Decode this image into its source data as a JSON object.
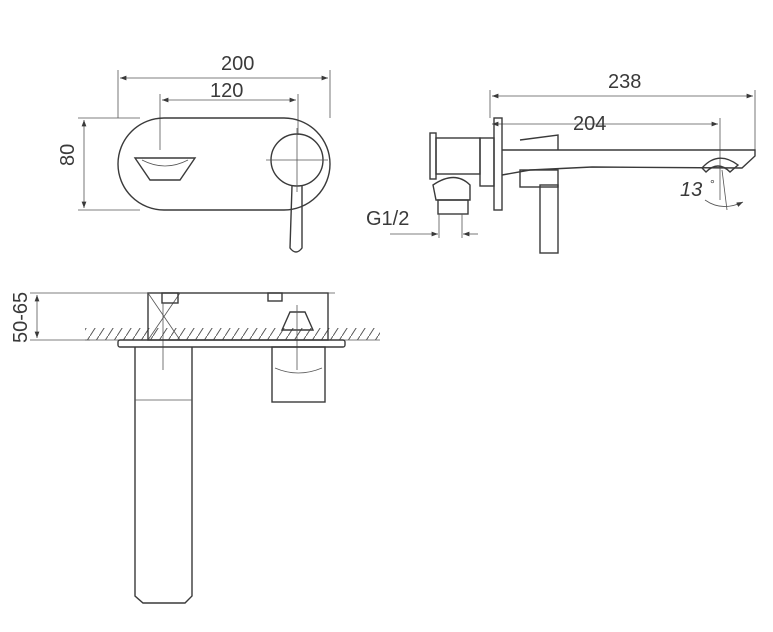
{
  "title": "Wall-mounted basin mixer technical drawing",
  "dimensions": {
    "front_width": "200",
    "front_center_distance": "120",
    "front_height": "80",
    "side_total_projection": "238",
    "side_spout_projection": "204",
    "spout_angle": "13",
    "degree_symbol": "°",
    "thread": "G1/2",
    "wall_depth": "50-65"
  },
  "colors": {
    "line": "#3a3a3a"
  }
}
